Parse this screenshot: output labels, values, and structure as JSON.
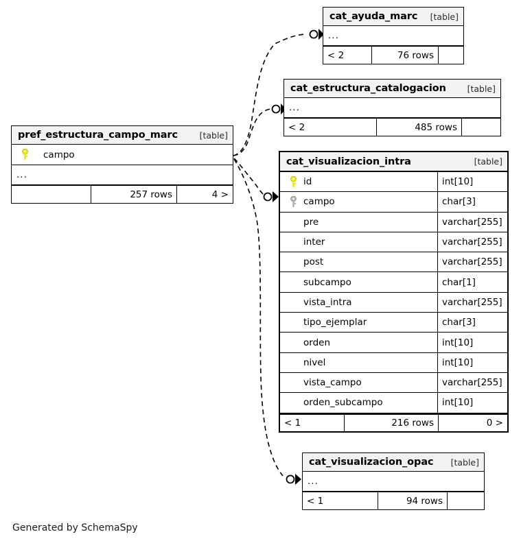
{
  "diagram": {
    "kind": "entity-relationship-diagram",
    "generator_note": "Generated by SchemaSpy",
    "table_tag": "[table]",
    "ellipsis": "..."
  },
  "tables": [
    {
      "id": "cat_ayuda_marc",
      "name": "cat_ayuda_marc",
      "tag": "[table]",
      "collapsed": true,
      "emphasis": false,
      "ellipsis": "...",
      "footer": {
        "left": "< 2",
        "middle": "76 rows",
        "right": ""
      }
    },
    {
      "id": "cat_estructura_catalogacion",
      "name": "cat_estructura_catalogacion",
      "tag": "[table]",
      "collapsed": true,
      "emphasis": false,
      "ellipsis": "...",
      "footer": {
        "left": "< 2",
        "middle": "485 rows",
        "right": ""
      }
    },
    {
      "id": "pref_estructura_campo_marc",
      "name": "pref_estructura_campo_marc",
      "tag": "[table]",
      "collapsed": true,
      "emphasis": false,
      "ellipsis": "...",
      "columns": [
        {
          "name": "campo",
          "key": "primary",
          "type": ""
        }
      ],
      "footer": {
        "left": "",
        "middle": "257 rows",
        "right": "4 >"
      }
    },
    {
      "id": "cat_visualizacion_intra",
      "name": "cat_visualizacion_intra",
      "tag": "[table]",
      "collapsed": false,
      "emphasis": true,
      "columns": [
        {
          "name": "id",
          "key": "primary",
          "type": "int[10]"
        },
        {
          "name": "campo",
          "key": "foreign",
          "type": "char[3]"
        },
        {
          "name": "pre",
          "key": "none",
          "type": "varchar[255]"
        },
        {
          "name": "inter",
          "key": "none",
          "type": "varchar[255]"
        },
        {
          "name": "post",
          "key": "none",
          "type": "varchar[255]"
        },
        {
          "name": "subcampo",
          "key": "none",
          "type": "char[1]"
        },
        {
          "name": "vista_intra",
          "key": "none",
          "type": "varchar[255]"
        },
        {
          "name": "tipo_ejemplar",
          "key": "none",
          "type": "char[3]"
        },
        {
          "name": "orden",
          "key": "none",
          "type": "int[10]"
        },
        {
          "name": "nivel",
          "key": "none",
          "type": "int[10]"
        },
        {
          "name": "vista_campo",
          "key": "none",
          "type": "varchar[255]"
        },
        {
          "name": "orden_subcampo",
          "key": "none",
          "type": "int[10]"
        }
      ],
      "footer": {
        "left": "< 1",
        "middle": "216 rows",
        "right": "0 >"
      }
    },
    {
      "id": "cat_visualizacion_opac",
      "name": "cat_visualizacion_opac",
      "tag": "[table]",
      "collapsed": true,
      "emphasis": false,
      "ellipsis": "...",
      "footer": {
        "left": "< 1",
        "middle": "94 rows",
        "right": ""
      }
    }
  ],
  "relationships": [
    {
      "from": "pref_estructura_campo_marc.campo",
      "to": "cat_ayuda_marc",
      "style": "dashed",
      "cardinality": "zero-or-more"
    },
    {
      "from": "pref_estructura_campo_marc.campo",
      "to": "cat_estructura_catalogacion",
      "style": "dashed",
      "cardinality": "zero-or-more"
    },
    {
      "from": "pref_estructura_campo_marc.campo",
      "to": "cat_visualizacion_intra.campo",
      "style": "dashed",
      "cardinality": "zero-or-more"
    },
    {
      "from": "pref_estructura_campo_marc.campo",
      "to": "cat_visualizacion_opac",
      "style": "dashed",
      "cardinality": "zero-or-more"
    }
  ],
  "colors": {
    "primary_key_icon": "#e8e80a",
    "foreign_key_icon": "#b3b3b3",
    "header_background": "#f2f2f2",
    "border": "#000000",
    "canvas": "#ffffff"
  }
}
